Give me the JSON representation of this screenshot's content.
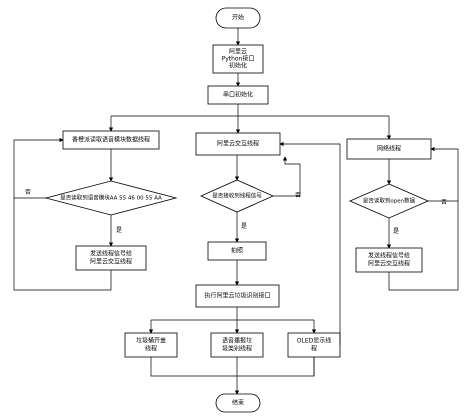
{
  "flowchart": {
    "start": "开始",
    "init": [
      "阿里云",
      "Python接口",
      "初始化"
    ],
    "serial_init": "串口初始化",
    "col_left": {
      "title": "香橙派读取语音模块数据线程",
      "decision": "是否读取到语音模块AA 55 46 00 55 AA",
      "action": [
        "发送线程信号给",
        "阿里云交互线程"
      ]
    },
    "col_mid": {
      "title": "阿里云交互线程",
      "decision": "是否接收到线程信号",
      "photo": "拍照",
      "exec": "执行阿里云垃圾识别接口",
      "sub1": [
        "垃圾桶开盖",
        "线程"
      ],
      "sub2": [
        "语音播报垃",
        "圾类别线程"
      ],
      "sub3": [
        "OLED显示线",
        "程"
      ]
    },
    "col_right": {
      "title": "网络线程",
      "decision": "是否读取到open数据",
      "action": [
        "发送线程信号给",
        "阿里云交互线程"
      ]
    },
    "end": "结束",
    "yes_label": "是",
    "no_label": "否"
  }
}
